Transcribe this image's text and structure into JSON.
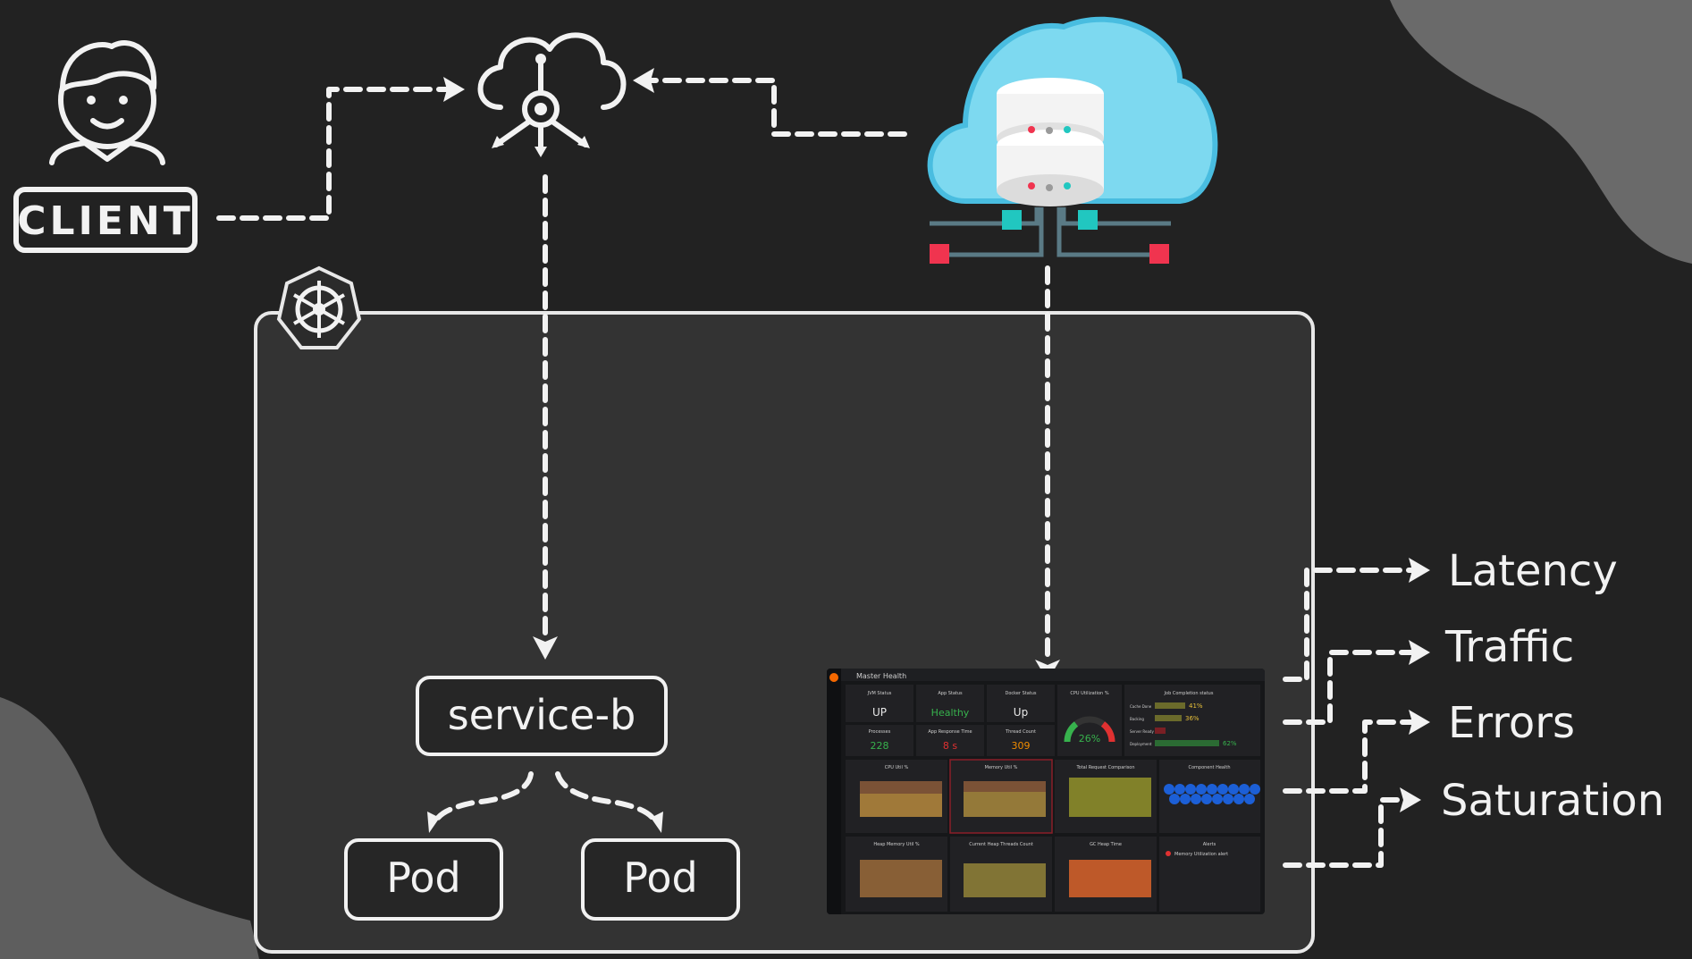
{
  "client": {
    "label": "CLIENT"
  },
  "service": {
    "label": "service-b"
  },
  "pods": [
    {
      "label": "Pod"
    },
    {
      "label": "Pod"
    }
  ],
  "signals": [
    {
      "label": "Latency"
    },
    {
      "label": "Traffic"
    },
    {
      "label": "Errors"
    },
    {
      "label": "Saturation"
    }
  ],
  "dashboard": {
    "title": "Master Health",
    "panels": {
      "jvm_status": {
        "title": "JVM Status",
        "value": "UP"
      },
      "app_status": {
        "title": "App Status",
        "value": "Healthy"
      },
      "docker_status": {
        "title": "Docker Status",
        "value": "Up"
      },
      "cpu_util": {
        "title": "CPU Utilization %",
        "value": "26%"
      },
      "job_status": {
        "title": "Job Completion status"
      },
      "processes": {
        "title": "Processes",
        "value": "228"
      },
      "resp_time": {
        "title": "App Response Time",
        "value": "8 s"
      },
      "thread_count": {
        "title": "Thread Count",
        "value": "309"
      },
      "bars": [
        {
          "label": "Cache Done",
          "value": "41%"
        },
        {
          "label": "Backing",
          "value": "36%"
        },
        {
          "label": "Server Ready",
          "value": ""
        },
        {
          "label": "Deployment",
          "value": "62%"
        }
      ],
      "cpu_pct": {
        "title": "CPU Util %"
      },
      "memory_pct": {
        "title": "Memory Util %"
      },
      "req_comparison": {
        "title": "Total Request Comparison"
      },
      "component_health": {
        "title": "Component Health"
      },
      "heap_memory": {
        "title": "Heap Memory Util %"
      },
      "heap_threads": {
        "title": "Current Heap Threads Count"
      },
      "gc_heap": {
        "title": "GC Heap Time"
      },
      "alerts": {
        "title": "Alerts",
        "item": "Memory Utilization alert"
      }
    }
  },
  "colors": {
    "background": "#222222",
    "cluster_fill": "#333333",
    "cloud": "#7dd9f0",
    "accent_teal": "#21c7c0",
    "accent_red": "#f0344f",
    "dashboard_bg": "#161719"
  }
}
